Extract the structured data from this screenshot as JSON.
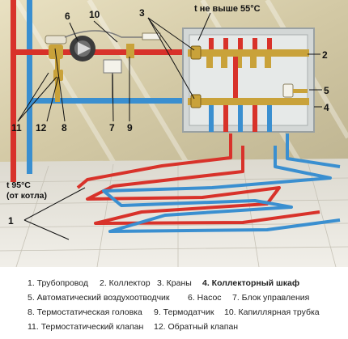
{
  "callouts": {
    "n1": "1",
    "n2": "2",
    "n3": "3",
    "n4": "4",
    "n5": "5",
    "n6": "6",
    "n7": "7",
    "n8": "8",
    "n9": "9",
    "n10": "10",
    "n11": "11",
    "n12": "12"
  },
  "notes": {
    "max_temp": "t не выше 55°C",
    "boiler_temp_value": "t 95°C",
    "boiler_temp_source": "(от котла)"
  },
  "legend": {
    "i1": "1. Трубопровод",
    "i2": "2. Коллектор",
    "i3": "3. Краны",
    "i4": "4. Коллекторный шкаф",
    "i5": "5. Автоматический воздухоотводчик",
    "i6": "6. Насос",
    "i7": "7. Блок управления",
    "i8": "8. Термостатическая головка",
    "i9": "9. Термодатчик",
    "i10": "10. Капиллярная трубка",
    "i11": "11. Термостатический клапан",
    "i12": "12. Обратный клапан"
  },
  "colors": {
    "hot_pipe": "#d8322a",
    "cold_pipe": "#3a8fd0",
    "brass": "#c9a23a",
    "wall": "#cfc7a6",
    "floor": "#e6e4dc"
  }
}
